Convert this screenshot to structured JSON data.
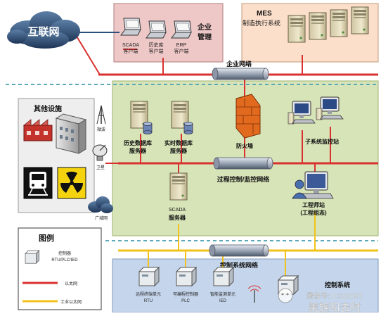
{
  "internet": {
    "label": "互联网"
  },
  "enterprise": {
    "title_line1": "企业",
    "title_line2": "管理",
    "clients": [
      {
        "line1": "SCADA",
        "line2": "客户端"
      },
      {
        "line1": "历史库",
        "line2": "客户端"
      },
      {
        "line1": "ERP",
        "line2": "客户端"
      }
    ],
    "mes_line1": "MES",
    "mes_line2": "制造执行系统",
    "network": "企业网络"
  },
  "other_facilities": {
    "title": "其他设施"
  },
  "wireless": {
    "microwave": "微波",
    "satellite": "卫星",
    "wan": "广域网"
  },
  "control_layer": {
    "hist_db_line1": "历史数据库",
    "hist_db_line2": "服务器",
    "rt_db_line1": "实时数据库",
    "rt_db_line2": "服务器",
    "firewall": "防火墙",
    "subsystem": "子系统监控站",
    "network": "过程控制/监控网络",
    "scada_line1": "SCADA",
    "scada_line2": "服务器",
    "engineer_line1": "工程师站",
    "engineer_line2": "(工程组态)"
  },
  "legend": {
    "title": "图例",
    "controller_line1": "控制器",
    "controller_line2": "RTU/PLC/IED",
    "ethernet": "以太网",
    "industrial_ethernet": "工业以太网"
  },
  "field_layer": {
    "network": "控制系统网络",
    "system": "控制系统",
    "devices": [
      {
        "line1": "远程终端单元",
        "line2": "RTU"
      },
      {
        "line1": "可编程控制器",
        "line2": "PLC"
      },
      {
        "line1": "智能监测单元",
        "line2": "IED"
      }
    ]
  },
  "watermark": {
    "line1": "微信号: ICSCERT",
    "line2": "美族和去时"
  },
  "colors": {
    "enterprise_bg": "#eec7c7",
    "mes_bg": "#fbdfcb",
    "control_bg": "#d7e4b8",
    "field_bg": "#c5d6ec",
    "ethernet": "#d9312f",
    "industrial_ethernet": "#f2c21a",
    "dash_divider": "#5aa8b8"
  }
}
